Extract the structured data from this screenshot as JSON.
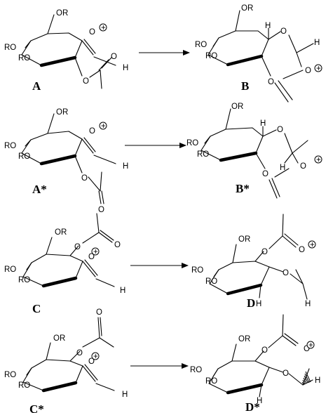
{
  "labels": {
    "A": "A",
    "B": "B",
    "A_star": "A*",
    "B_star": "B*",
    "C": "C",
    "D": "D",
    "C_star": "C*",
    "D_star": "D*"
  },
  "atoms": {
    "OR": "OR",
    "RO": "RO",
    "O": "O",
    "H": "H",
    "plus": "+"
  }
}
